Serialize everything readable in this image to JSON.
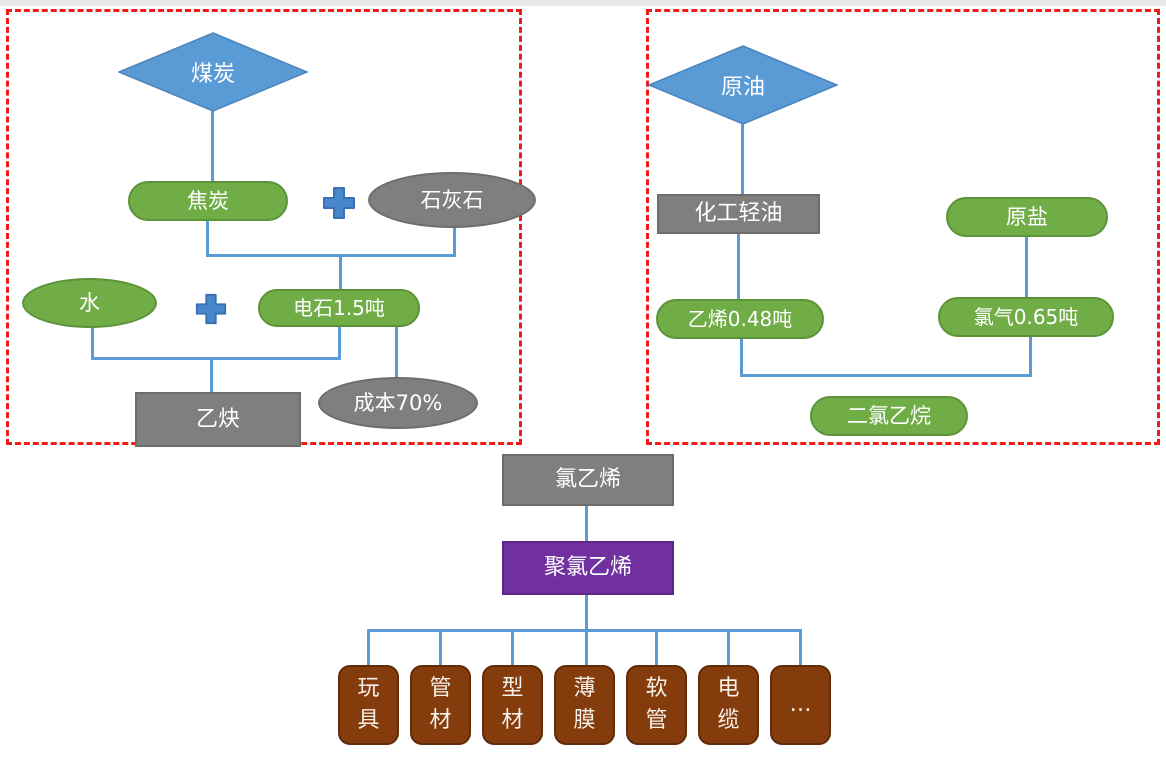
{
  "colors": {
    "node_blue": "#5B9BD5",
    "node_green": "#70AD47",
    "node_gray": "#7F7F7F",
    "node_purple": "#7030A0",
    "node_brown": "#843C0C",
    "connector_blue": "#5B9BD5",
    "dashed_border_red": "#EE1B17",
    "plus_icon_blue": "#4788CC",
    "text_white": "#FFFFFF"
  },
  "icons": {
    "plus": "plus"
  },
  "coal_route": {
    "coal": "煤炭",
    "coke": "焦炭",
    "limestone": "石灰石",
    "water": "水",
    "calcium_carbide": "电石1.5吨",
    "acetylene": "乙炔",
    "cost": "成本70%"
  },
  "oil_route": {
    "crude_oil": "原油",
    "chemical_light_oil": "化工轻油",
    "raw_salt": "原盐",
    "ethylene": "乙烯0.48吨",
    "chlorine": "氯气0.65吨",
    "dichloroethane": "二氯乙烷"
  },
  "chain": {
    "vinyl_chloride": "氯乙烯",
    "pvc": "聚氯乙烯"
  },
  "products": [
    "玩具",
    "管材",
    "型材",
    "薄膜",
    "软管",
    "电缆",
    "…"
  ]
}
